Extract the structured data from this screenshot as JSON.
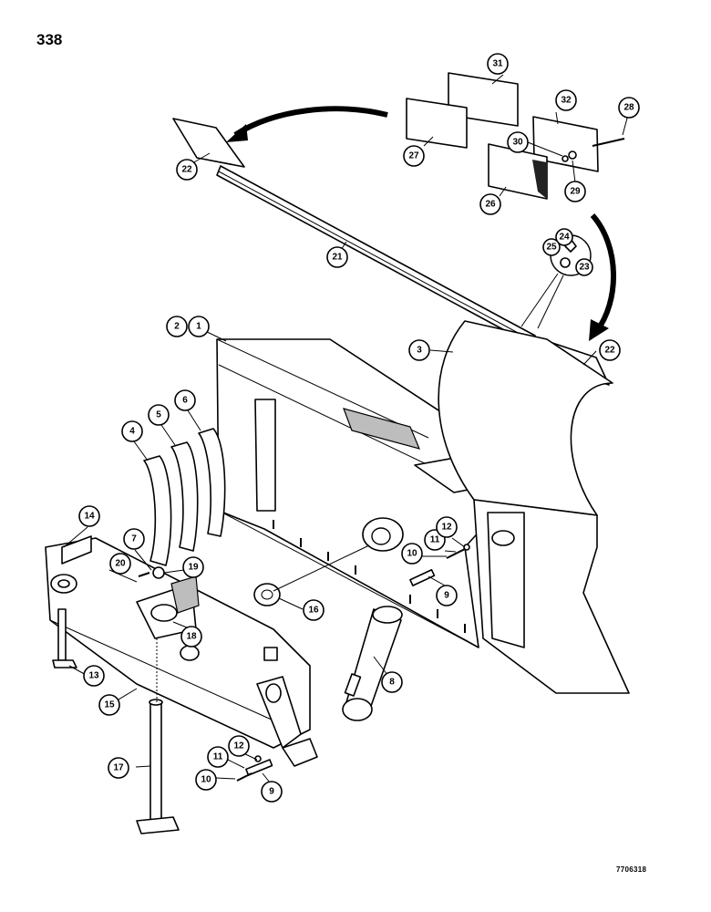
{
  "page": {
    "number": "338",
    "figure_code": "7706318"
  },
  "callouts": [
    {
      "label": "1"
    },
    {
      "label": "2"
    },
    {
      "label": "3"
    },
    {
      "label": "4"
    },
    {
      "label": "5"
    },
    {
      "label": "6"
    },
    {
      "label": "7"
    },
    {
      "label": "8"
    },
    {
      "label": "9"
    },
    {
      "label": "9"
    },
    {
      "label": "10"
    },
    {
      "label": "10"
    },
    {
      "label": "11"
    },
    {
      "label": "11"
    },
    {
      "label": "12"
    },
    {
      "label": "12"
    },
    {
      "label": "13"
    },
    {
      "label": "14"
    },
    {
      "label": "15"
    },
    {
      "label": "16"
    },
    {
      "label": "17"
    },
    {
      "label": "18"
    },
    {
      "label": "19"
    },
    {
      "label": "20"
    },
    {
      "label": "21"
    },
    {
      "label": "22"
    },
    {
      "label": "22"
    },
    {
      "label": "23"
    },
    {
      "label": "24"
    },
    {
      "label": "25"
    },
    {
      "label": "26"
    },
    {
      "label": "27"
    },
    {
      "label": "28"
    },
    {
      "label": "29"
    },
    {
      "label": "30"
    },
    {
      "label": "31"
    },
    {
      "label": "32"
    }
  ]
}
